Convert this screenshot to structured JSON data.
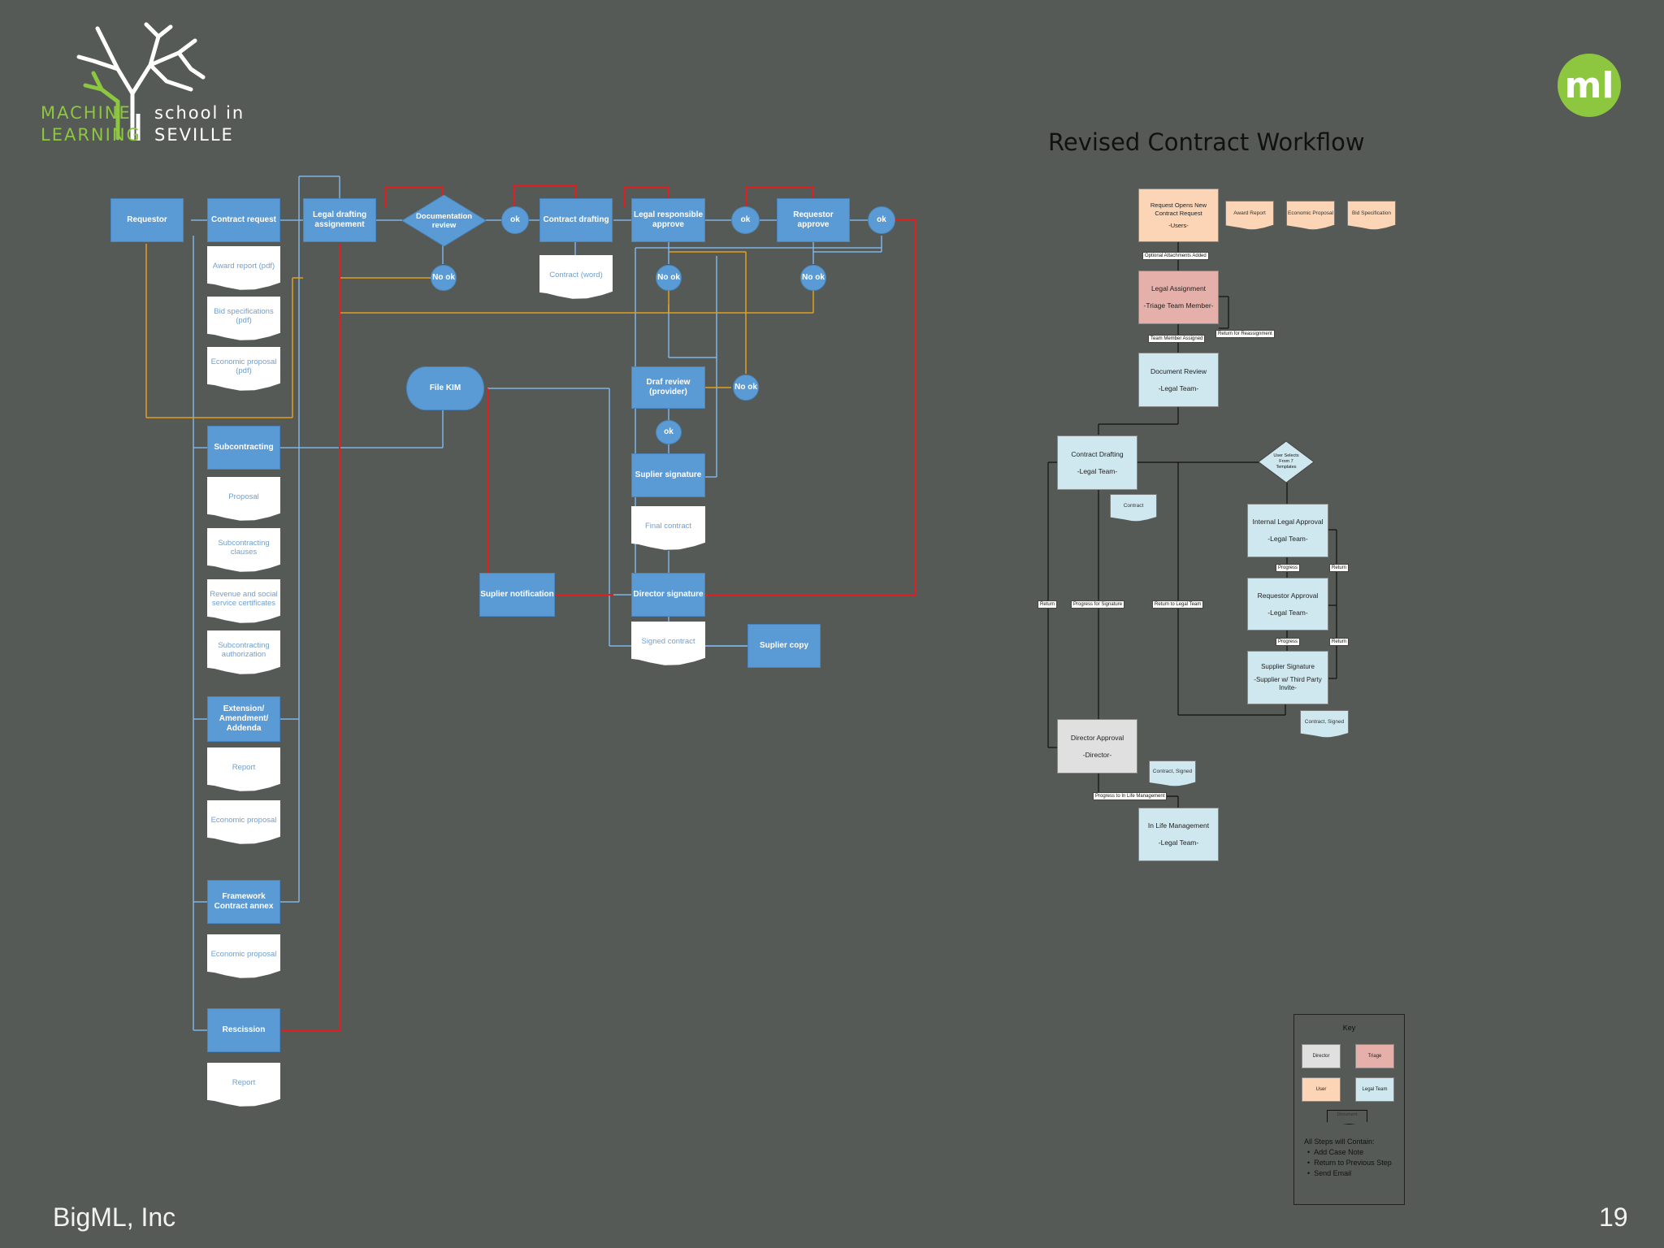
{
  "logo": {
    "line1_left": "MACHINE",
    "line2_left": "LEARNING",
    "line1_right": "school in",
    "line2_right": "SEVILLE",
    "badge": "ml",
    "green": "#8dc63f"
  },
  "footer": {
    "company": "BigML, Inc",
    "page_number": "19"
  },
  "left_flow": {
    "main_steps": [
      "Requestor",
      "Contract request",
      "Legal drafting assignement",
      "Documentation review",
      "ok",
      "Contract drafting",
      "Legal responsible approve",
      "ok",
      "Requestor approve",
      "ok"
    ],
    "no_ok_labels": [
      "No ok",
      "No ok",
      "No ok",
      "No ok"
    ],
    "docs": {
      "contract_word": "Contract (word)",
      "award_report": "Award report (pdf)",
      "bid_specifications": "Bid specifications (pdf)",
      "economic_proposal_pdf": "Economic proposal (pdf)",
      "proposal": "Proposal",
      "subcontracting_clauses": "Subcontracting clauses",
      "revenue_certificates": "Revenue and social service certificates",
      "subcontracting_authorization": "Subcontracting authorization",
      "report_1": "Report",
      "economic_proposal_1": "Economic proposal",
      "economic_proposal_2": "Economic proposal",
      "report_2": "Report",
      "final_contract": "Final contract",
      "signed_contract": "Signed contract"
    },
    "boxes": {
      "subcontracting": "Subcontracting",
      "extension": "Extension/ Amendment/ Addenda",
      "framework": "Framework Contract annex",
      "rescission": "Rescission",
      "file_kim": "File KIM",
      "draf_review": "Draf review (provider)",
      "ok_circle": "ok",
      "suplier_signature": "Suplier signature",
      "director_signature": "Director signature",
      "suplier_notification": "Suplier notification",
      "suplier_copy": "Suplier copy"
    },
    "colors": {
      "blue": "#5b9bd5",
      "red": "#e02020",
      "orange": "#e0a020",
      "line": "#7fb3e6"
    }
  },
  "workflow": {
    "title": "Revised Contract Workflow",
    "request": {
      "title": "Request Opens New Contract Request",
      "role": "-Users-"
    },
    "attachments": [
      "Award Report",
      "Economic Proposal",
      "Bid Specification"
    ],
    "optional_label": "Optional Attachments Added",
    "legal_assignment": {
      "title": "Legal Assignment",
      "role": "-Triage Team Member-"
    },
    "team_member_assigned": "Team Member Assigned",
    "return_reassignment": "Return for Reassignment",
    "document_review": {
      "title": "Document Review",
      "role": "-Legal Team-"
    },
    "contract_drafting": {
      "title": "Contract Drafting",
      "role": "-Legal Team-"
    },
    "contract_doc": "Contract",
    "user_selects": "User Selects From 7 Templates",
    "internal_legal": {
      "title": "Internal Legal Approval",
      "role": "-Legal Team-"
    },
    "requestor_approval": {
      "title": "Requestor Approval",
      "role": "-Legal Team-"
    },
    "supplier_signature": {
      "title": "Supplier Signature",
      "role": "-Supplier w/ Third Party Invite-"
    },
    "progress": "Progress",
    "return": "Return",
    "return_left": "Return",
    "progress_signature": "Progress for Signature",
    "return_legal": "Return to Legal Team",
    "contract_signed_1": "Contract, Signed",
    "director_approval": {
      "title": "Director Approval",
      "role": "-Director-"
    },
    "contract_signed_2": "Contract, Signed",
    "progress_life": "Progress to In Life Management",
    "in_life": {
      "title": "In Life Management",
      "role": "-Legal Team-"
    },
    "key": {
      "title": "Key",
      "items": [
        "Director",
        "Triage",
        "User",
        "Legal Team"
      ],
      "document": "Document",
      "note_title": "All Steps will Contain:",
      "bullets": [
        "Add Case Note",
        "Return to Previous Step",
        "Send Email"
      ]
    },
    "colors": {
      "peach": "#fbd5b5",
      "pink": "#e6b0aa",
      "light_blue": "#cfe8ef",
      "grey": "#e0e0e0"
    }
  }
}
